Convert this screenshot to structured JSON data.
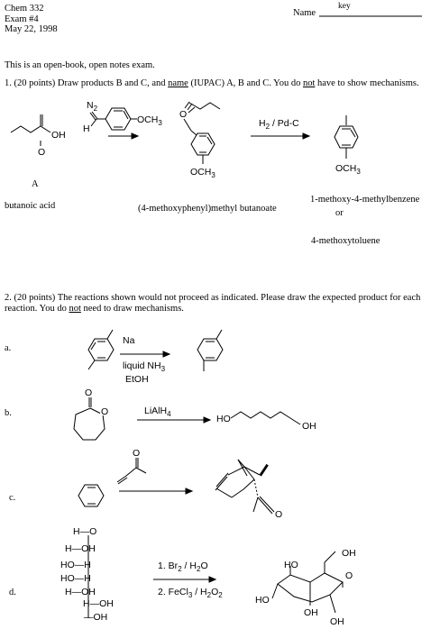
{
  "header": {
    "course": "Chem 332",
    "exam": "Exam #4",
    "date": "May 22, 1998",
    "name_label": "Name",
    "name_value": "key"
  },
  "intro": "This is an open-book, open notes exam.",
  "q1": {
    "text_a": "1.  (20 points) Draw products B and C, and ",
    "text_name": "name",
    "text_b": "  (IUPAC) A, B and C. You do ",
    "text_not": "not",
    "text_c": " have to show mechanisms.",
    "label_A": "A",
    "name_A": "butanoic acid",
    "name_B": "(4-methoxyphenyl)methyl  butanoate",
    "name_C1": "1-methoxy-4-methylbenzene",
    "name_or": "or",
    "name_C2": "4-methoxytoluene",
    "reagent_h2": "H",
    "reagent_h2_sub": "2",
    "reagent_h2_rest": " / Pd-C",
    "label_N2": "N",
    "label_N2_sub": "2",
    "label_H": "H",
    "label_OCH3": "OCH",
    "label_OCH3_sub": "3",
    "label_OH": "OH",
    "label_O": "O"
  },
  "q2": {
    "text_a": "2.  (20 points)  The reactions shown would not proceed as indicated.  Please draw the expected product for each reaction. You do ",
    "text_not": "not",
    "text_b": " need to draw mechanisms.",
    "a": {
      "label": "a.",
      "reagent1": "Na",
      "reagent2": "liquid NH",
      "reagent2_sub": "3",
      "reagent3": "EtOH"
    },
    "b": {
      "label": "b.",
      "reagent": "LiAlH",
      "reagent_sub": "4",
      "product_left": "HO",
      "product_right": "OH",
      "ring_O": "O",
      "carbonyl_O": "O"
    },
    "c": {
      "label": "c.",
      "ketone_O": "O",
      "product_O": "O"
    },
    "d": {
      "label": "d.",
      "reagent1_a": "1. Br",
      "reagent1_sub": "2",
      "reagent1_b": " / H",
      "reagent1_sub2": "2",
      "reagent1_c": "O",
      "reagent2_a": "2. FeCl",
      "reagent2_sub": "3",
      "reagent2_b": " / H",
      "reagent2_sub2": "2",
      "reagent2_c": "O",
      "reagent2_sub3": "2",
      "fischer": [
        "H—O",
        "H—OH",
        "HO—H",
        "HO—H",
        "H—OH",
        "—OH"
      ],
      "product_labels": [
        "OH",
        "HO",
        "O",
        "HO",
        "OH",
        "OH"
      ]
    }
  }
}
